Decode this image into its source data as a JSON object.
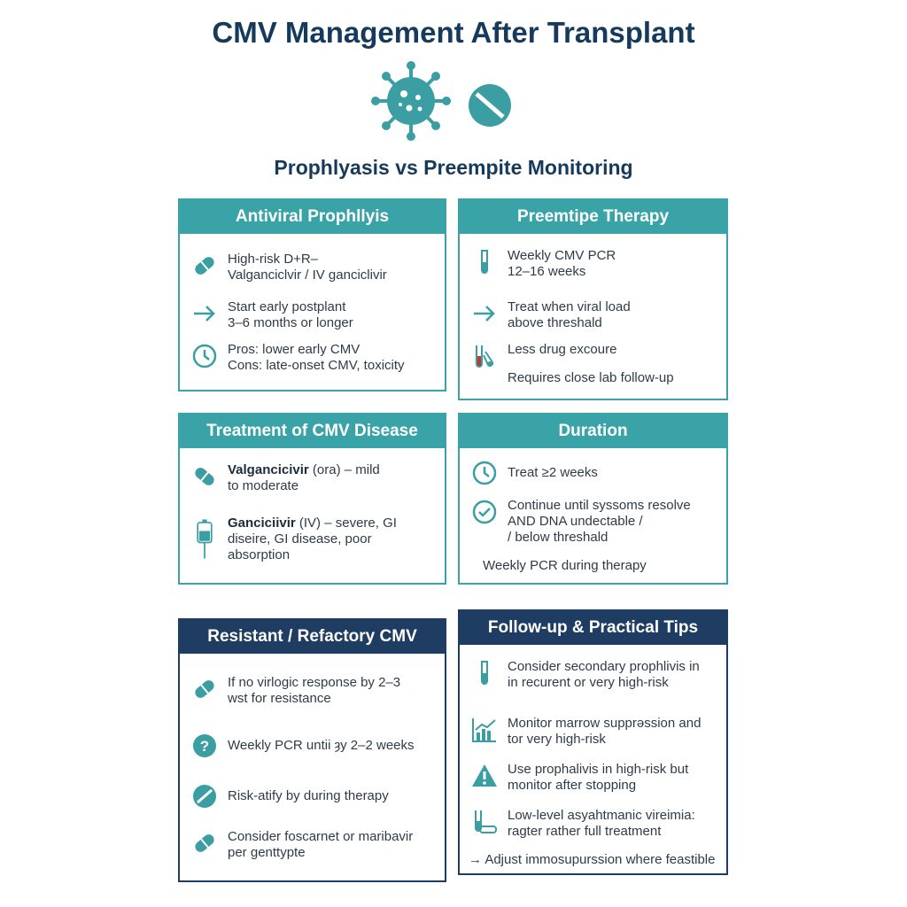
{
  "title": "CMV Management After Transplant",
  "subtitle": "Prophlyasis vs Preempite Monitoring",
  "colors": {
    "teal": "#3aa3a8",
    "navy": "#1f3d63",
    "title": "#163a5c"
  },
  "hero_icons": [
    "virus-icon",
    "pill-icon"
  ],
  "cards": {
    "prophylaxis": {
      "heading": "Antiviral Prophllyis",
      "items": [
        {
          "icon": "capsule-icon",
          "lines": [
            "High-risk D+R–",
            "Valganciclvir / IV ganciclivir"
          ]
        },
        {
          "icon": "arrow-right-icon",
          "lines": [
            "Start early postplant",
            "3–6 months or longer"
          ]
        },
        {
          "icon": "clock-icon",
          "lines": [
            "Pros: lower early CMV",
            "Cons: late-onset CMV, toxicity"
          ]
        }
      ]
    },
    "preemptive": {
      "heading": "Preemtipe Therapy",
      "items": [
        {
          "icon": "test-tube-icon",
          "lines": [
            "Weekly CMV PCR",
            "12–16 weeks"
          ]
        },
        {
          "icon": "arrow-right-icon",
          "lines": [
            "Treat when viral load",
            "above threshald"
          ]
        },
        {
          "icon": "test-tubes-icon",
          "lines": [
            "Less drug excoure"
          ]
        }
      ],
      "footer": "Requires close lab follow-up"
    },
    "treatment": {
      "heading": "Treatment of CMV Disease",
      "items": [
        {
          "icon": "capsule-icon",
          "bold": "Valgancicivir",
          "rest": " (ora) – mild",
          "line2": "to moderate"
        },
        {
          "icon": "iv-bag-icon",
          "bold": "Ganciciivir",
          "rest": " (IV) – severe, GI",
          "line2": "diseire, GI disease, poor",
          "line3": "absorption"
        }
      ]
    },
    "duration": {
      "heading": "Duration",
      "items": [
        {
          "icon": "clock-icon",
          "lines": [
            "Treat ≥2 weeks"
          ]
        },
        {
          "icon": "check-circle-icon",
          "lines": [
            "Continue until syssoms resolve",
            "AND DNA undectable /",
            "/ below threshald"
          ]
        }
      ],
      "footer": "Weekly PCR during therapy"
    },
    "resistant": {
      "heading": "Resistant / Refactory CMV",
      "items": [
        {
          "icon": "capsule-icon",
          "lines": [
            "If no virlogic response by 2–3",
            "wst for resistance"
          ]
        },
        {
          "icon": "question-icon",
          "lines": [
            "Weekly PCR untii ȝy 2–2 weeks"
          ]
        },
        {
          "icon": "no-entry-icon",
          "lines": [
            "Risk-atify by during therapy"
          ]
        },
        {
          "icon": "capsule-icon",
          "lines": [
            "Consider foscarnet or maribavir",
            "per genttypte"
          ]
        }
      ]
    },
    "followup": {
      "heading": "Follow-up & Practical Tips",
      "items": [
        {
          "icon": "test-tube-icon",
          "lines": [
            "Consider secondary prophlivis in",
            "in recurent or very high-risk"
          ]
        },
        {
          "icon": "chart-icon",
          "lines": [
            "Monitor marrow supprəssion and",
            "tor very high-risk"
          ]
        },
        {
          "icon": "warning-icon",
          "lines": [
            "Use prophalivis in high-risk but",
            "monitor after stopping"
          ]
        },
        {
          "icon": "test-tubes-icon",
          "lines": [
            "Low-level asyahtmanic vireimia:",
            "ragter rather full treatment"
          ]
        }
      ],
      "footer": "→ Adjust immosupurssion where feastible"
    }
  }
}
